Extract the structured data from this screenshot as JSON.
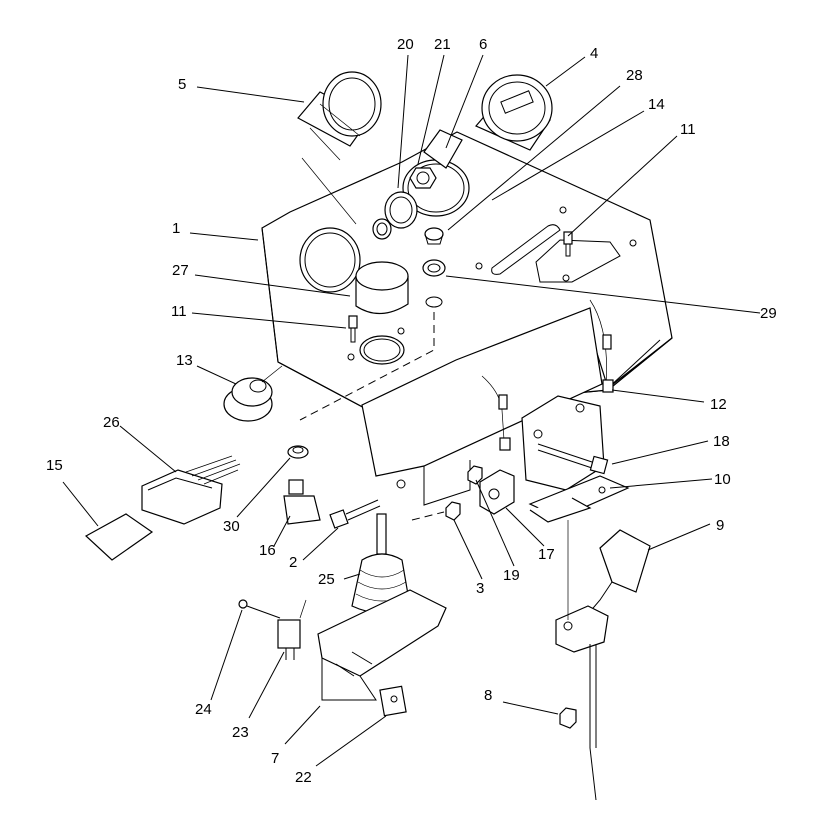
{
  "callouts": [
    {
      "id": "1",
      "text": "1"
    },
    {
      "id": "2",
      "text": "2"
    },
    {
      "id": "3",
      "text": "3"
    },
    {
      "id": "4",
      "text": "4"
    },
    {
      "id": "5",
      "text": "5"
    },
    {
      "id": "6",
      "text": "6"
    },
    {
      "id": "7",
      "text": "7"
    },
    {
      "id": "8",
      "text": "8"
    },
    {
      "id": "9",
      "text": "9"
    },
    {
      "id": "10",
      "text": "10"
    },
    {
      "id": "11a",
      "text": "11"
    },
    {
      "id": "11b",
      "text": "11"
    },
    {
      "id": "12",
      "text": "12"
    },
    {
      "id": "13",
      "text": "13"
    },
    {
      "id": "14",
      "text": "14"
    },
    {
      "id": "15",
      "text": "15"
    },
    {
      "id": "16",
      "text": "16"
    },
    {
      "id": "17",
      "text": "17"
    },
    {
      "id": "18",
      "text": "18"
    },
    {
      "id": "19",
      "text": "19"
    },
    {
      "id": "20",
      "text": "20"
    },
    {
      "id": "21",
      "text": "21"
    },
    {
      "id": "22",
      "text": "22"
    },
    {
      "id": "23",
      "text": "23"
    },
    {
      "id": "24",
      "text": "24"
    },
    {
      "id": "25",
      "text": "25"
    },
    {
      "id": "26",
      "text": "26"
    },
    {
      "id": "27",
      "text": "27"
    },
    {
      "id": "28",
      "text": "28"
    },
    {
      "id": "29",
      "text": "29"
    },
    {
      "id": "30",
      "text": "30"
    }
  ],
  "colors": {
    "line": "#000000",
    "background": "#ffffff"
  }
}
